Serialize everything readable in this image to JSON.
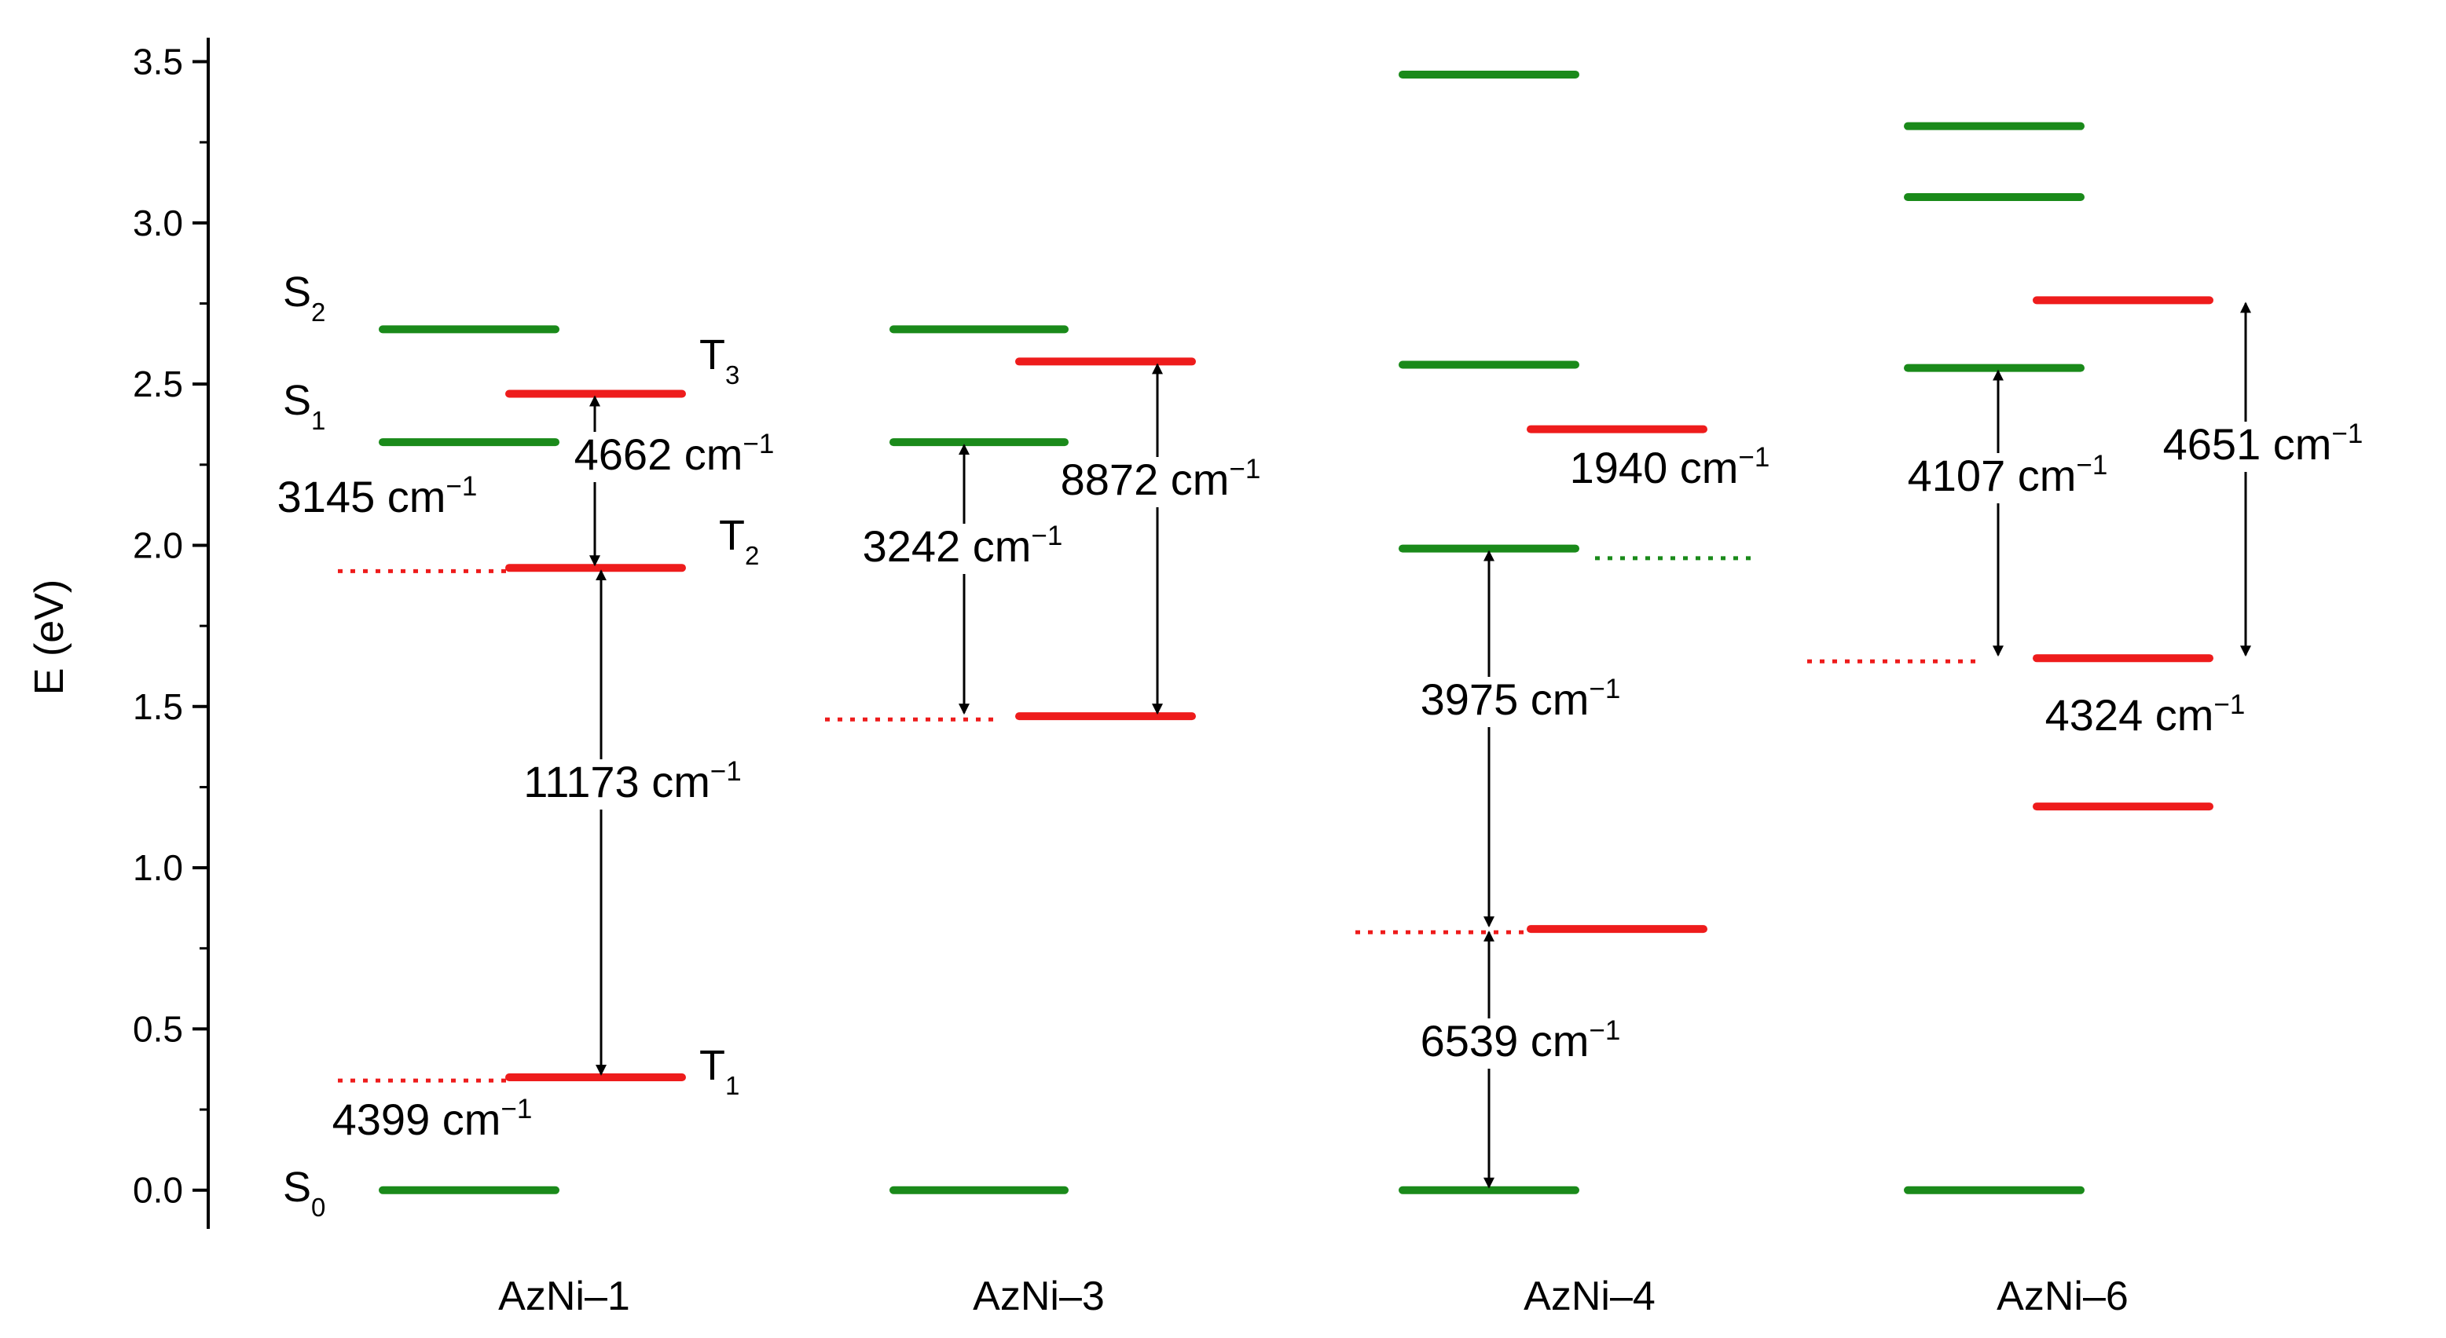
{
  "chart_data": {
    "type": "energy-level-diagram",
    "title": "",
    "xlabel": "",
    "ylabel": "E (eV)",
    "ylim": [
      -0.12,
      3.55
    ],
    "yticks": [
      "0.0",
      "0.5",
      "1.0",
      "1.5",
      "2.0",
      "2.5",
      "3.0",
      "3.5"
    ],
    "ytick_values": [
      0.0,
      0.5,
      1.0,
      1.5,
      2.0,
      2.5,
      3.0,
      3.5
    ],
    "colors": {
      "singlet": "#1a8a1a",
      "triplet": "#ee1c1c",
      "axis": "#000000",
      "arrow": "#000000"
    },
    "categories": [
      "AzNi–1",
      "AzNi–3",
      "AzNi–4",
      "AzNi–6"
    ],
    "groups": [
      {
        "name": "AzNi–1",
        "singlets": [
          0.0,
          2.32,
          2.67
        ],
        "triplets": [
          0.35,
          1.93,
          2.47
        ],
        "state_labels": [
          {
            "base": "S",
            "sub": "2",
            "energy": 2.67
          },
          {
            "base": "S",
            "sub": "1",
            "energy": 2.32
          },
          {
            "base": "S",
            "sub": "0",
            "energy": 0.0
          },
          {
            "base": "T",
            "sub": "3",
            "energy": 2.47
          },
          {
            "base": "T",
            "sub": "2",
            "energy": 1.93
          },
          {
            "base": "T",
            "sub": "1",
            "energy": 0.35
          }
        ],
        "dotted_levels": [
          {
            "energy": 1.92,
            "color": "triplet"
          },
          {
            "energy": 0.34,
            "color": "triplet"
          }
        ],
        "gaps": [
          {
            "value": "4662 cm",
            "exp": "−1",
            "from": 1.93,
            "to": 2.47
          },
          {
            "value": "3145 cm",
            "exp": "−1"
          },
          {
            "value": "11173 cm",
            "exp": "−1",
            "from": 0.35,
            "to": 1.93
          },
          {
            "value": "4399 cm",
            "exp": "−1"
          }
        ]
      },
      {
        "name": "AzNi–3",
        "singlets": [
          0.0,
          2.32,
          2.67
        ],
        "triplets": [
          1.47,
          2.57
        ],
        "state_labels": [],
        "dotted_levels": [
          {
            "energy": 1.46,
            "color": "triplet"
          }
        ],
        "gaps": [
          {
            "value": "3242 cm",
            "exp": "−1",
            "from": 1.47,
            "to": 2.32
          },
          {
            "value": "8872 cm",
            "exp": "−1",
            "from": 1.47,
            "to": 2.57
          }
        ]
      },
      {
        "name": "AzNi–4",
        "singlets": [
          0.0,
          1.99,
          2.56,
          3.46
        ],
        "triplets": [
          0.81,
          2.36
        ],
        "state_labels": [],
        "dotted_levels": [
          {
            "energy": 1.96,
            "color": "singlet"
          },
          {
            "energy": 0.8,
            "color": "triplet"
          }
        ],
        "gaps": [
          {
            "value": "1940 cm",
            "exp": "−1"
          },
          {
            "value": "3975 cm",
            "exp": "−1",
            "from": 0.81,
            "to": 1.99
          },
          {
            "value": "6539 cm",
            "exp": "−1",
            "from": 0.0,
            "to": 0.81
          }
        ]
      },
      {
        "name": "AzNi–6",
        "singlets": [
          0.0,
          2.55,
          3.08,
          3.3
        ],
        "triplets": [
          1.19,
          1.65,
          2.76
        ],
        "state_labels": [],
        "dotted_levels": [
          {
            "energy": 1.64,
            "color": "triplet"
          }
        ],
        "gaps": [
          {
            "value": "4107 cm",
            "exp": "−1",
            "from": 1.65,
            "to": 2.55
          },
          {
            "value": "4651 cm",
            "exp": "−1",
            "from": 1.65,
            "to": 2.76
          },
          {
            "value": "4324 cm",
            "exp": "−1"
          }
        ]
      }
    ]
  }
}
